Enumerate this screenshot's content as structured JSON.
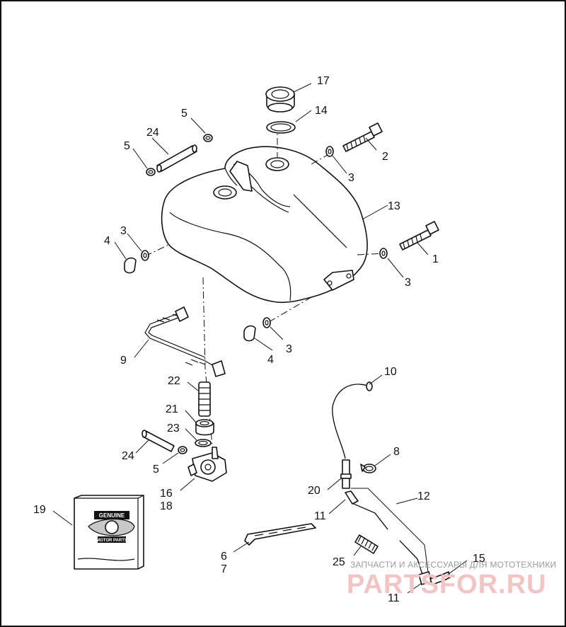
{
  "labels": {
    "l1": "1",
    "l2": "2",
    "l3a": "3",
    "l3b": "3",
    "l3c": "3",
    "l3d": "3",
    "l4a": "4",
    "l4b": "4",
    "l5a": "5",
    "l5b": "5",
    "l5c": "5",
    "l6": "6",
    "l7": "7",
    "l8": "8",
    "l9": "9",
    "l10": "10",
    "l11a": "11",
    "l11b": "11",
    "l12": "12",
    "l13": "13",
    "l14": "14",
    "l15": "15",
    "l16": "16",
    "l17": "17",
    "l18": "18",
    "l19": "19",
    "l20": "20",
    "l21": "21",
    "l22": "22",
    "l23": "23",
    "l24a": "24",
    "l24b": "24",
    "l25": "25"
  },
  "package": {
    "brand": "GENUINE",
    "sub": "MOTOR PARTS"
  },
  "watermark": {
    "tagline": "ЗАПЧАСТИ И АКСЕССУАРЫ ДЛЯ МОТОТЕХНИКИ",
    "site": "PARTSFOR.RU"
  },
  "colors": {
    "line": "#111111",
    "watermark_red": "#f3c4c4",
    "watermark_gray": "#9a9a9a"
  }
}
